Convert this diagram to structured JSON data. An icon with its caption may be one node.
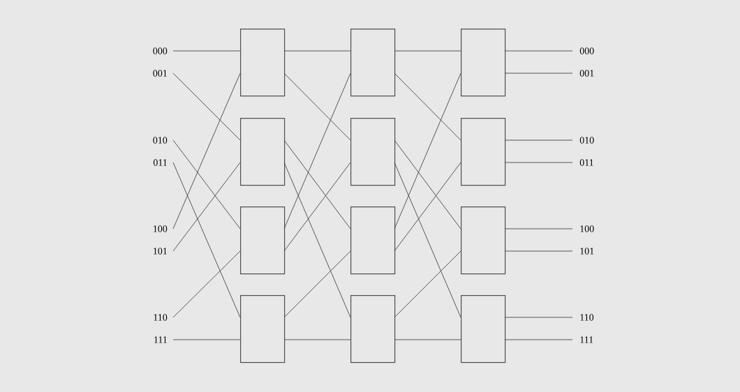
{
  "diagram": {
    "nodes": [
      {
        "text": [
          "000"
        ]
      },
      {
        "text": [
          "001"
        ]
      },
      {
        "text": [
          "010"
        ]
      },
      {
        "text": [
          "011"
        ]
      },
      {
        "text": [
          "100"
        ]
      },
      {
        "text": [
          "101"
        ]
      },
      {
        "text": [
          "110"
        ]
      },
      {
        "text": [
          "111"
        ]
      },
      {
        "text": [],
        "shape": "box"
      },
      {
        "text": [],
        "shape": "box"
      },
      {
        "text": [],
        "shape": "box"
      },
      {
        "text": [],
        "shape": "box"
      },
      {
        "text": [],
        "shape": "box"
      },
      {
        "text": [],
        "shape": "box"
      },
      {
        "text": [],
        "shape": "box"
      },
      {
        "text": [],
        "shape": "box"
      },
      {
        "text": [],
        "shape": "box"
      },
      {
        "text": [],
        "shape": "box"
      },
      {
        "text": [],
        "shape": "box"
      },
      {
        "text": [],
        "shape": "box"
      },
      {
        "text": [
          "000"
        ]
      },
      {
        "text": [
          "001"
        ]
      },
      {
        "text": [
          "010"
        ]
      },
      {
        "text": [
          "011"
        ]
      },
      {
        "text": [
          "100"
        ]
      },
      {
        "text": [
          "101"
        ]
      },
      {
        "text": [
          "110"
        ]
      },
      {
        "text": [
          "111"
        ]
      }
    ],
    "edges": [
      {
        "from": 0,
        "to": 8,
        "arrow": "none"
      },
      {
        "from": 1,
        "to": 9,
        "arrow": "none"
      },
      {
        "from": 2,
        "to": 10,
        "arrow": "none"
      },
      {
        "from": 3,
        "to": 11,
        "arrow": "none"
      },
      {
        "from": 4,
        "to": 8,
        "arrow": "none"
      },
      {
        "from": 5,
        "to": 9,
        "arrow": "none"
      },
      {
        "from": 6,
        "to": 10,
        "arrow": "none"
      },
      {
        "from": 7,
        "to": 11,
        "arrow": "none"
      },
      {
        "from": 8,
        "to": 12,
        "arrow": "none"
      },
      {
        "from": 8,
        "to": 13,
        "arrow": "none"
      },
      {
        "from": 9,
        "to": 14,
        "arrow": "none"
      },
      {
        "from": 9,
        "to": 15,
        "arrow": "none"
      },
      {
        "from": 10,
        "to": 12,
        "arrow": "none"
      },
      {
        "from": 10,
        "to": 13,
        "arrow": "none"
      },
      {
        "from": 11,
        "to": 14,
        "arrow": "none"
      },
      {
        "from": 11,
        "to": 15,
        "arrow": "none"
      },
      {
        "from": 12,
        "to": 16,
        "arrow": "none"
      },
      {
        "from": 12,
        "to": 17,
        "arrow": "none"
      },
      {
        "from": 13,
        "to": 18,
        "arrow": "none"
      },
      {
        "from": 13,
        "to": 19,
        "arrow": "none"
      },
      {
        "from": 14,
        "to": 16,
        "arrow": "none"
      },
      {
        "from": 14,
        "to": 17,
        "arrow": "none"
      },
      {
        "from": 15,
        "to": 18,
        "arrow": "none"
      },
      {
        "from": 15,
        "to": 19,
        "arrow": "none"
      },
      {
        "from": 16,
        "to": 20,
        "arrow": "none"
      },
      {
        "from": 16,
        "to": 21,
        "arrow": "none"
      },
      {
        "from": 17,
        "to": 22,
        "arrow": "none"
      },
      {
        "from": 17,
        "to": 23,
        "arrow": "none"
      },
      {
        "from": 18,
        "to": 24,
        "arrow": "none"
      },
      {
        "from": 18,
        "to": 25,
        "arrow": "none"
      },
      {
        "from": 19,
        "to": 26,
        "arrow": "none"
      },
      {
        "from": 19,
        "to": 27,
        "arrow": "none"
      }
    ]
  }
}
